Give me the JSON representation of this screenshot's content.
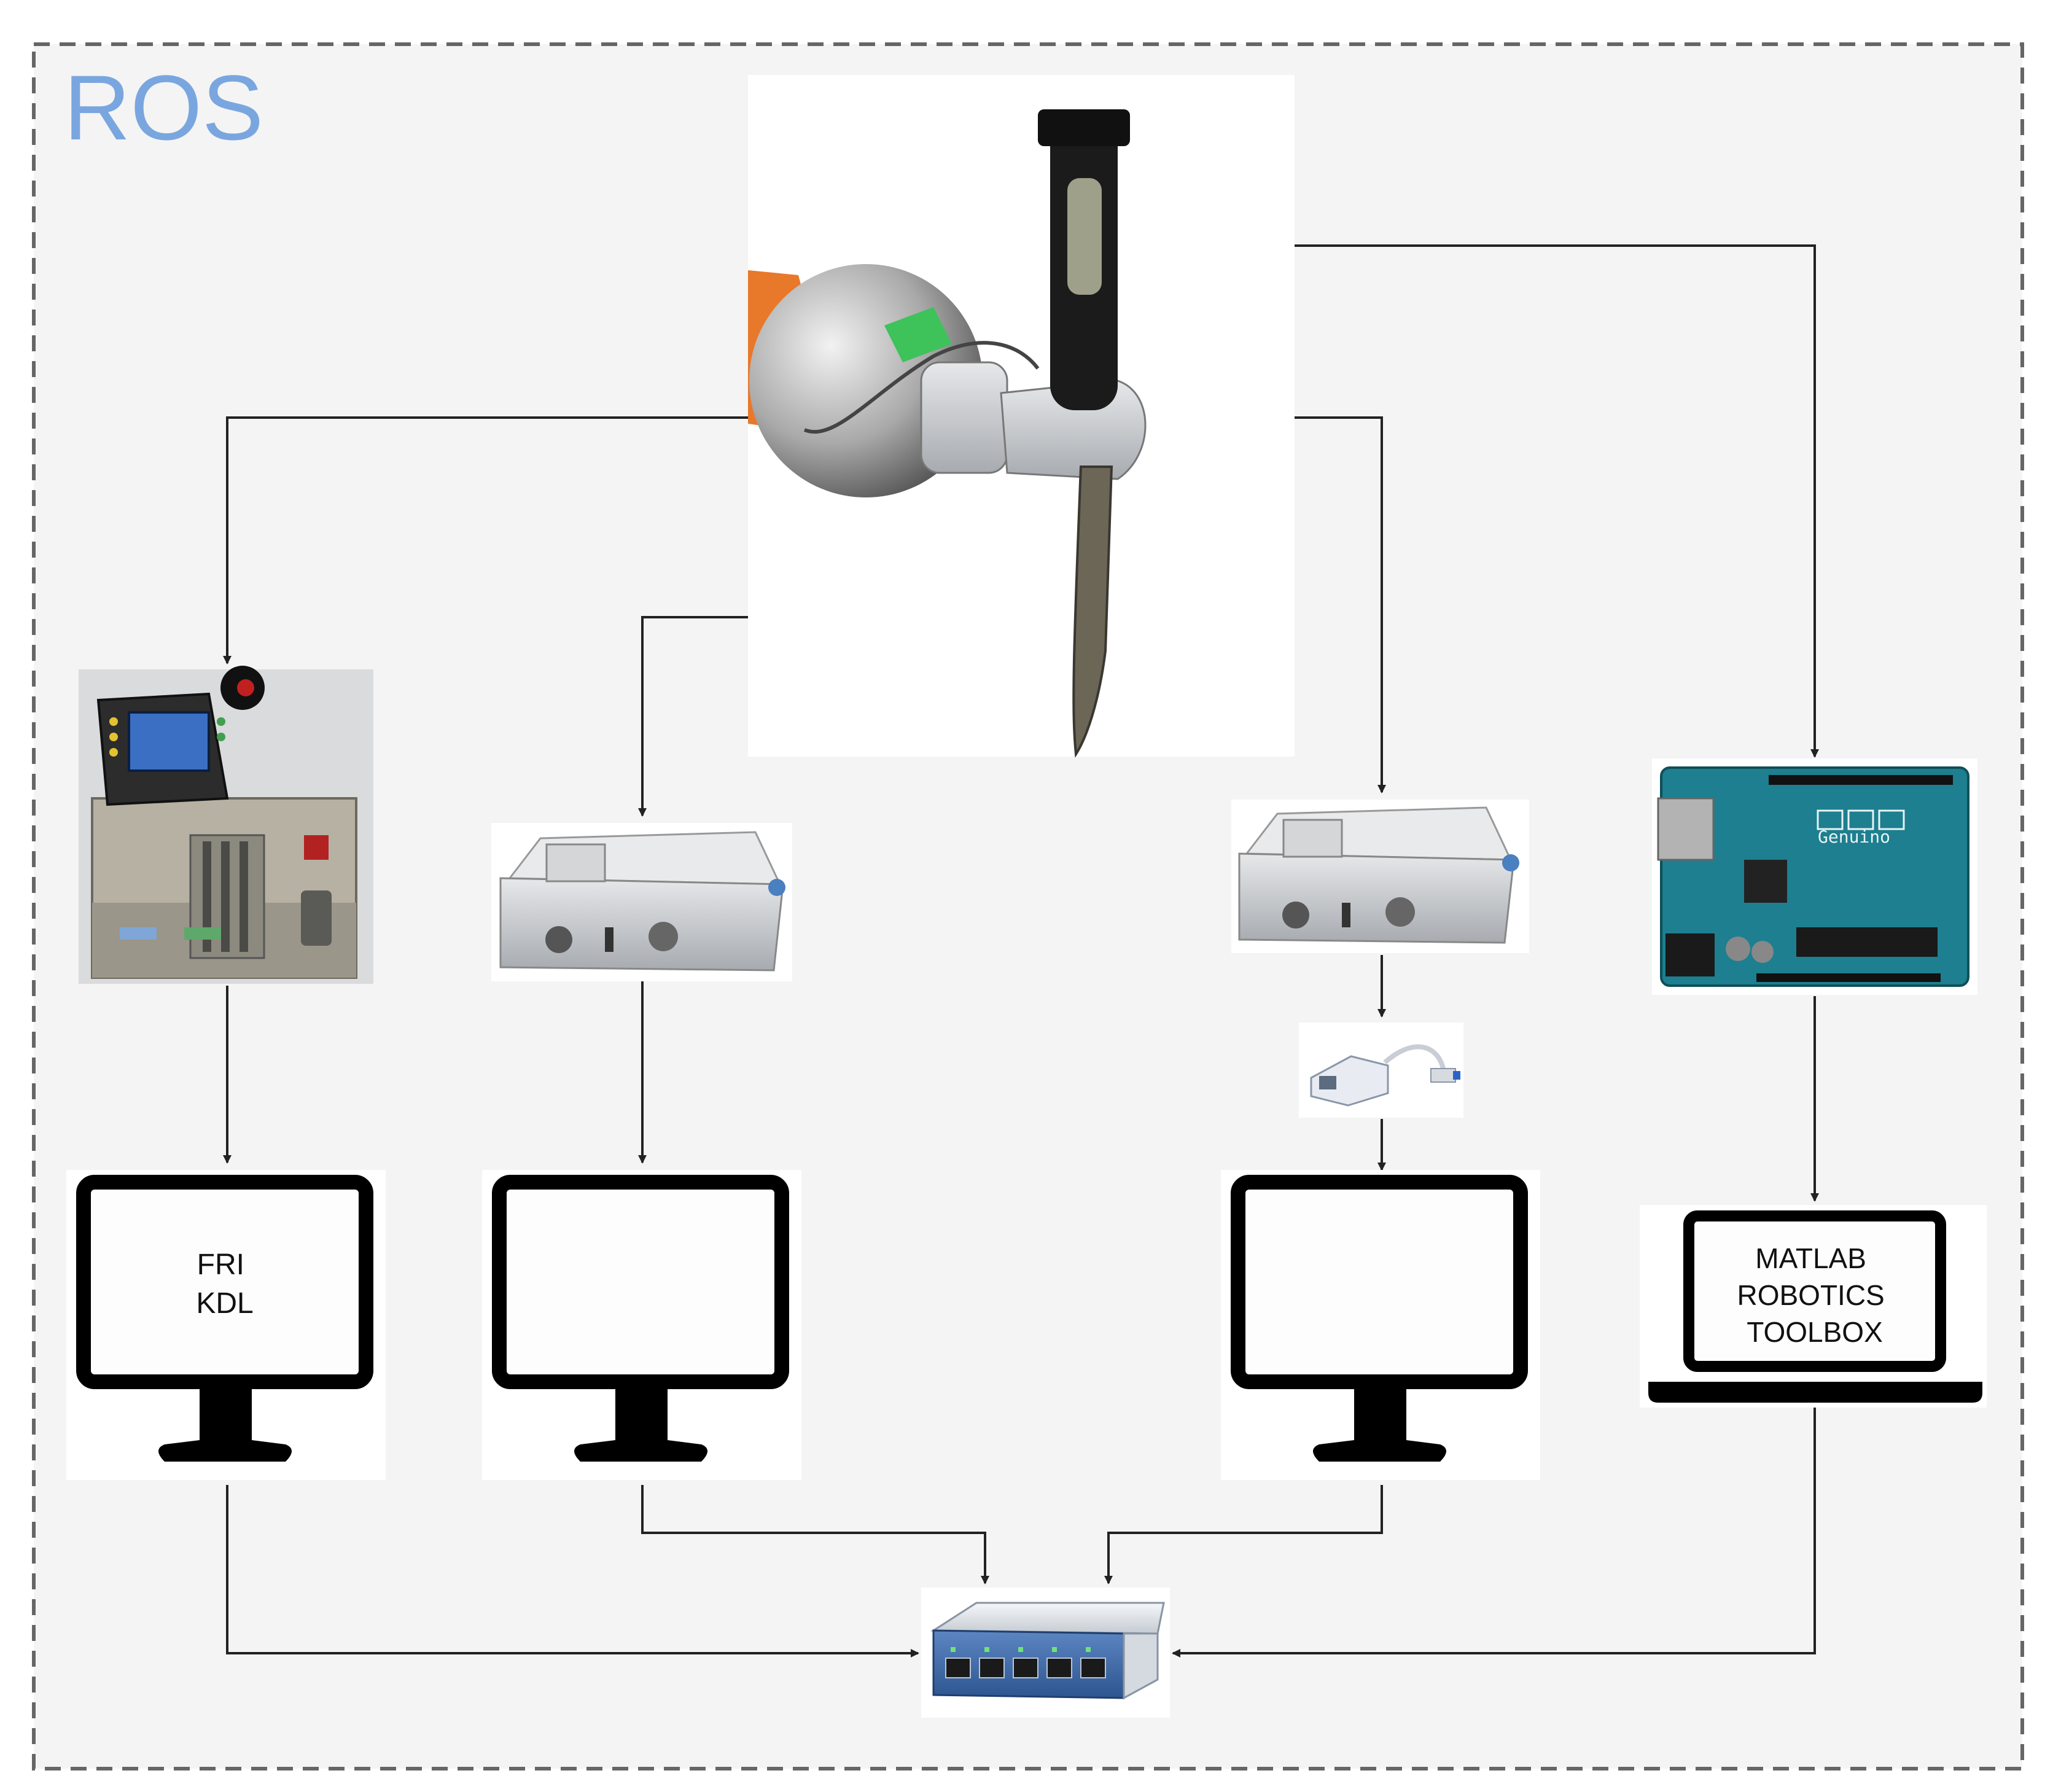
{
  "diagram": {
    "container_label": "ROS",
    "monitor_1": {
      "lines": [
        "FRI",
        "KDL"
      ]
    },
    "laptop": {
      "lines": [
        "MATLAB",
        "ROBOTICS",
        "TOOLBOX"
      ]
    }
  },
  "colors": {
    "container_border": "#666666",
    "container_fill": "#f4f4f4",
    "ros_label": "#7aa6df",
    "connector": "#222222"
  },
  "icons": [
    "robot-arm-with-knife-photo",
    "kuka-controller-with-teach-pendant-photo",
    "force-sensor-box-photo",
    "usb-ethernet-adapter-photo",
    "arduino-genuino-uno-photo",
    "monitor-icon",
    "laptop-icon",
    "network-switch-icon"
  ]
}
